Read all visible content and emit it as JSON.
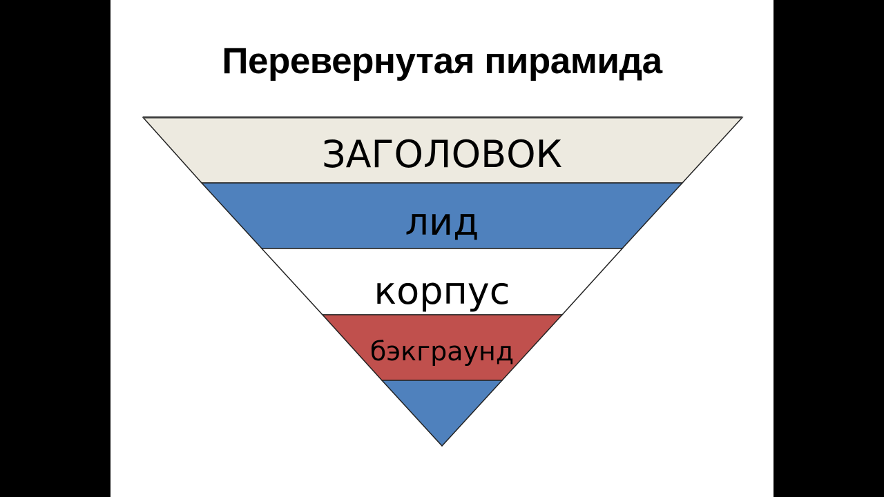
{
  "slide": {
    "title": "Перевернутая пирамида"
  },
  "pyramid": {
    "layers": [
      {
        "label": "ЗАГОЛОВОК",
        "color": "#EDEAE0"
      },
      {
        "label": "лид",
        "color": "#4F81BD"
      },
      {
        "label": "корпус",
        "color": "#FFFFFF"
      },
      {
        "label": "бэкграунд",
        "color": "#C0504D"
      },
      {
        "label": "",
        "color": "#4F81BD"
      }
    ]
  }
}
